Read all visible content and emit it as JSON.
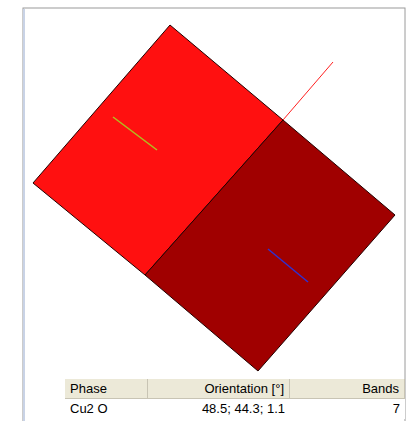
{
  "diagram": {
    "labels": [
      "Phase",
      "Orientation [°]",
      "Bands",
      "Cu2 O",
      "48.5; 44.3; 1.1",
      "7"
    ]
  }
}
